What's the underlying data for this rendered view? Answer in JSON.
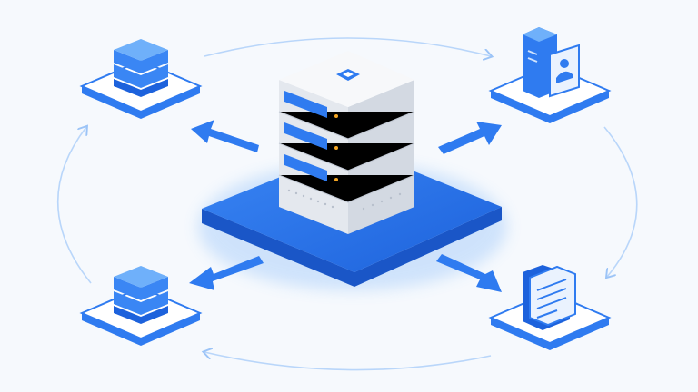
{
  "diagram": {
    "center_node": {
      "icon": "server-stack-icon",
      "logo_icon": "cube-logo-icon"
    },
    "nodes": [
      {
        "id": "top-left",
        "icon": "database-stack-icon"
      },
      {
        "id": "top-right",
        "icon": "server-user-icon"
      },
      {
        "id": "bottom-left",
        "icon": "database-stack-icon"
      },
      {
        "id": "bottom-right",
        "icon": "document-server-icon"
      }
    ],
    "arrows": [
      "center-to-top-left",
      "center-to-top-right",
      "center-to-bottom-left",
      "center-to-bottom-right"
    ],
    "cycle": "clockwise-orbit-arrows"
  },
  "colors": {
    "background": "#f6f9fd",
    "primary_blue": "#2f7bf0",
    "dark_blue": "#1b5fd6",
    "light_blue": "#5aa2f7",
    "orbit": "#b9d6fa",
    "server_white": "#f3f5f8",
    "server_shade": "#d9dee6"
  }
}
